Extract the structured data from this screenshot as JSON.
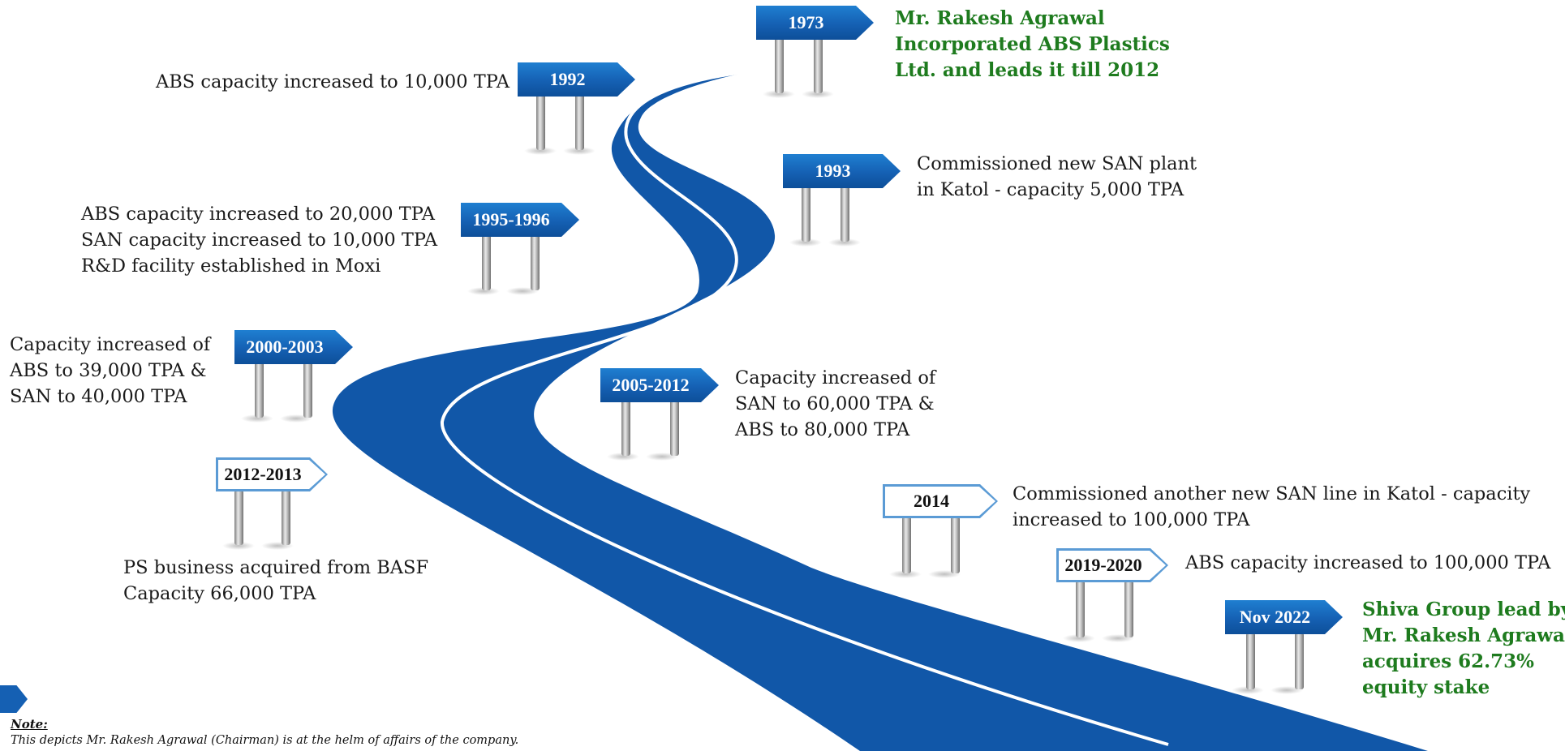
{
  "milestones": [
    {
      "year": "1973",
      "style": "blue",
      "lines": [
        "Mr. Rakesh Agrawal",
        "Incorporated ABS Plastics",
        "Ltd. and leads it till 2012"
      ],
      "emphasis": true
    },
    {
      "year": "1992",
      "style": "blue",
      "lines": [
        "ABS capacity increased to 10,000 TPA"
      ],
      "emphasis": false
    },
    {
      "year": "1993",
      "style": "blue",
      "lines": [
        "Commissioned new SAN plant",
        "in Katol - capacity 5,000 TPA"
      ],
      "emphasis": false
    },
    {
      "year": "1995-1996",
      "style": "blue",
      "lines": [
        "ABS capacity increased to 20,000 TPA",
        "SAN capacity increased to 10,000 TPA",
        "R&D facility established in Moxi"
      ],
      "emphasis": false
    },
    {
      "year": "2000-2003",
      "style": "blue",
      "lines": [
        "Capacity increased  of",
        "ABS to 39,000 TPA &",
        "SAN to 40,000 TPA"
      ],
      "emphasis": false
    },
    {
      "year": "2005-2012",
      "style": "blue",
      "lines": [
        "Capacity increased of",
        "SAN to 60,000 TPA &",
        "ABS to 80,000 TPA"
      ],
      "emphasis": false
    },
    {
      "year": "2012-2013",
      "style": "white",
      "lines": [
        "PS business acquired from BASF",
        "Capacity 66,000 TPA"
      ],
      "emphasis": false
    },
    {
      "year": "2014",
      "style": "white",
      "lines": [
        "Commissioned another  new SAN line in Katol - capacity",
        "increased to 100,000 TPA"
      ],
      "emphasis": false
    },
    {
      "year": "2019-2020",
      "style": "white",
      "lines": [
        "ABS capacity increased to 100,000 TPA"
      ],
      "emphasis": false
    },
    {
      "year": "Nov 2022",
      "style": "blue",
      "lines": [
        "Shiva Group lead by",
        "Mr. Rakesh Agrawal",
        "acquires 62.73%",
        "equity stake"
      ],
      "emphasis": true
    }
  ],
  "note": {
    "title": "Note:",
    "text": "This depicts Mr. Rakesh Agrawal (Chairman) is at the helm of affairs of the company."
  },
  "colors": {
    "road": "#1157a8",
    "sign_blue": "#1560b3",
    "highlight_text": "#1e7b1e"
  }
}
